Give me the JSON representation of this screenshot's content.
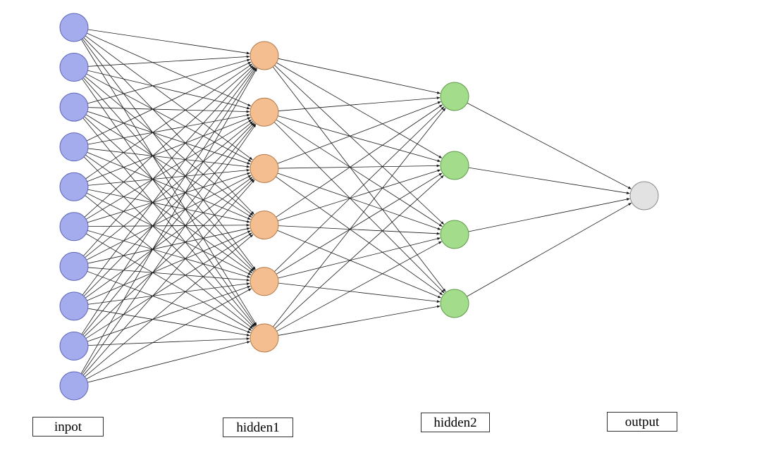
{
  "diagram": {
    "layers": [
      {
        "id": "input",
        "label": "inpot",
        "node_count": 10,
        "color": "#a4acee",
        "stroke": "#5c66b8"
      },
      {
        "id": "hidden1",
        "label": "hidden1",
        "node_count": 6,
        "color": "#f4be90",
        "stroke": "#b07a4a"
      },
      {
        "id": "hidden2",
        "label": "hidden2",
        "node_count": 4,
        "color": "#a3dd8c",
        "stroke": "#5f9a4a"
      },
      {
        "id": "output",
        "label": "output",
        "node_count": 1,
        "color": "#e2e2e2",
        "stroke": "#8a8a8a"
      }
    ],
    "connections": "fully-connected",
    "edge_color": "#1a1a1a"
  }
}
